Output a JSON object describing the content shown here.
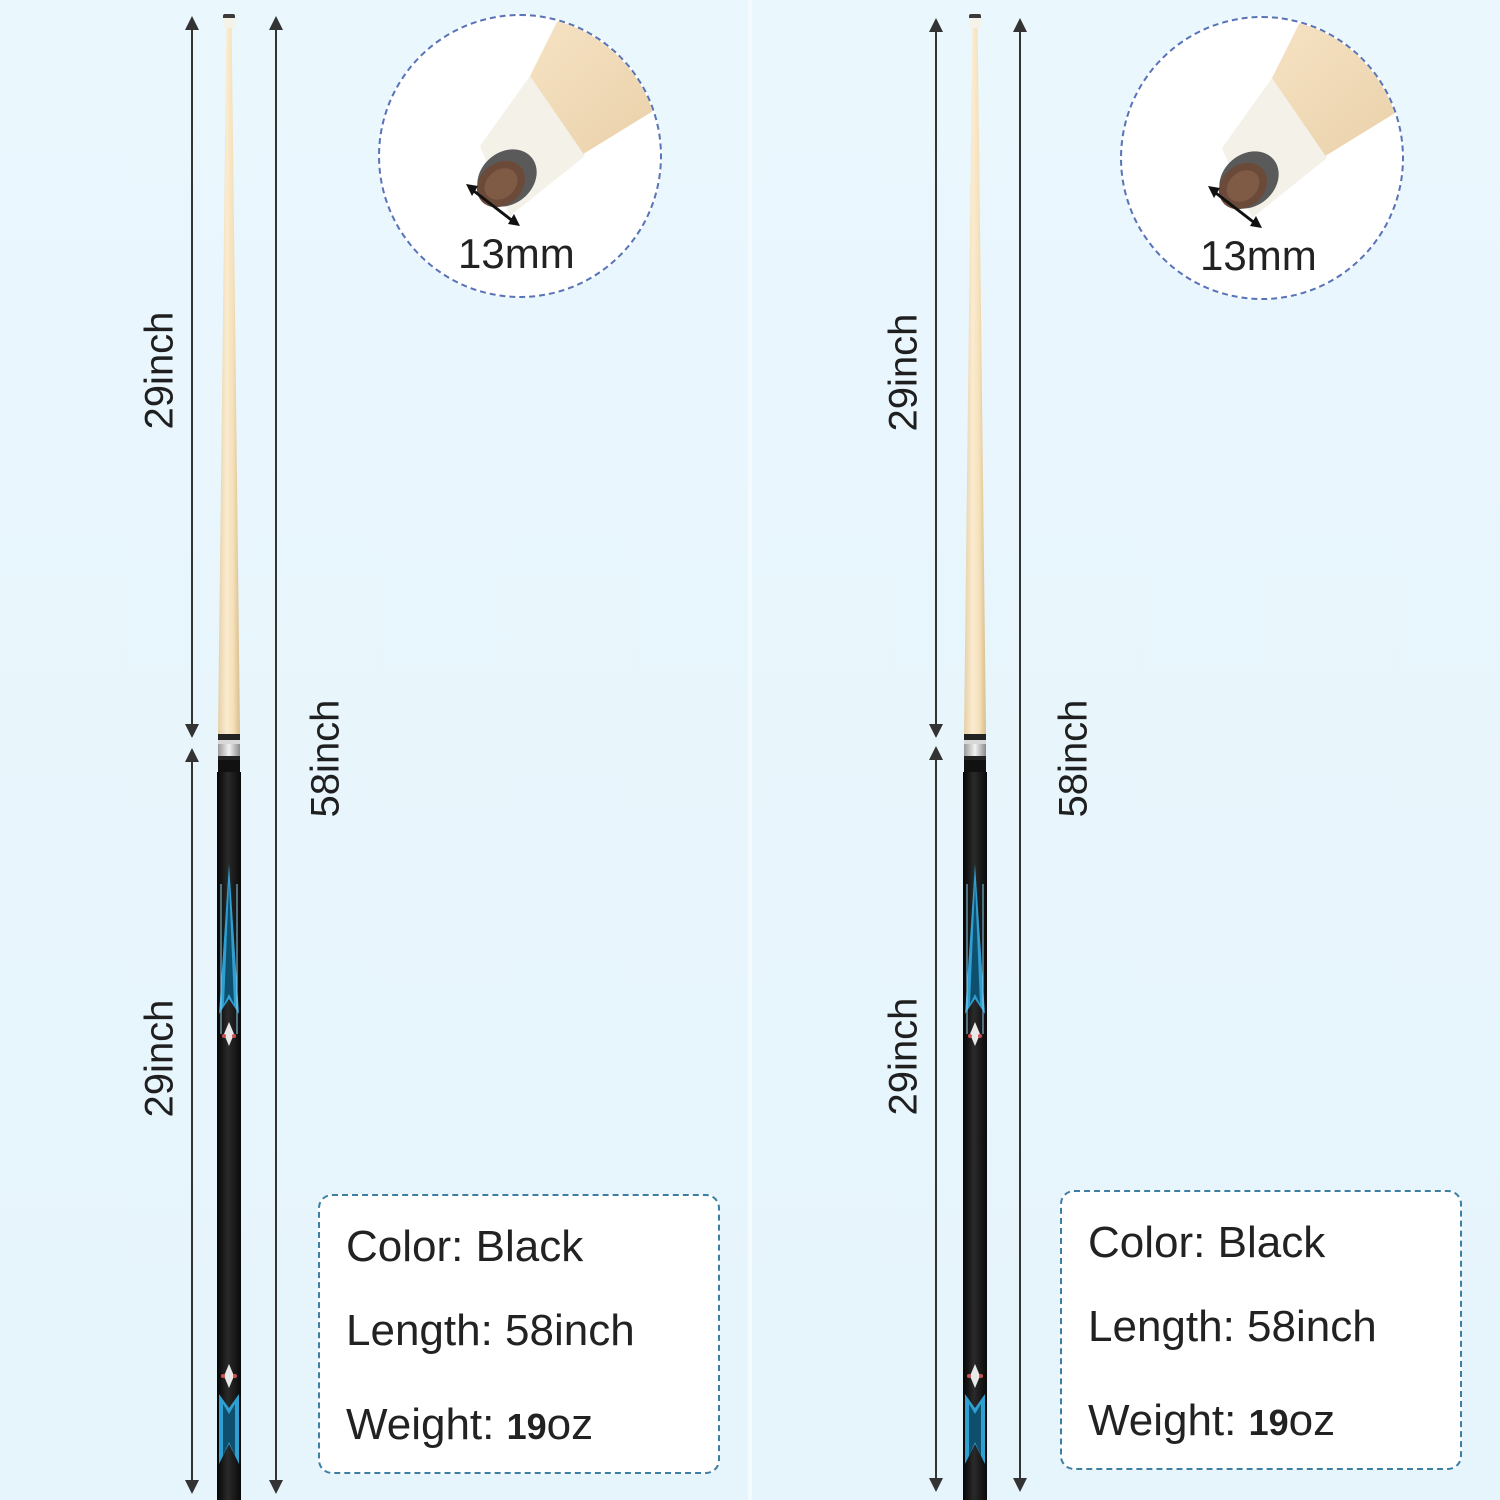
{
  "panels": [
    {
      "tip_size": "13mm",
      "shaft_length": "29inch",
      "butt_length": "29inch",
      "total_length": "58inch",
      "specs": {
        "color_label": "Color:",
        "color_value": "Black",
        "length_label": "Length:",
        "length_value": "58inch",
        "weight_label": "Weight:",
        "weight_number": "19",
        "weight_unit": "oz"
      }
    },
    {
      "tip_size": "13mm",
      "shaft_length": "29inch",
      "butt_length": "29inch",
      "total_length": "58inch",
      "specs": {
        "color_label": "Color:",
        "color_value": "Black",
        "length_label": "Length:",
        "length_value": "58inch",
        "weight_label": "Weight:",
        "weight_number": "19",
        "weight_unit": "oz"
      }
    }
  ],
  "colors": {
    "background": "#e8f6fc",
    "inset_border": "#5873b8",
    "info_border": "#3b7fa4",
    "inlay_blue": "#2e9fd0",
    "butt_black": "#0a0a0a"
  },
  "icons": [
    "double-arrow-icon",
    "cue-tip-icon",
    "cue-inlay-icon"
  ]
}
